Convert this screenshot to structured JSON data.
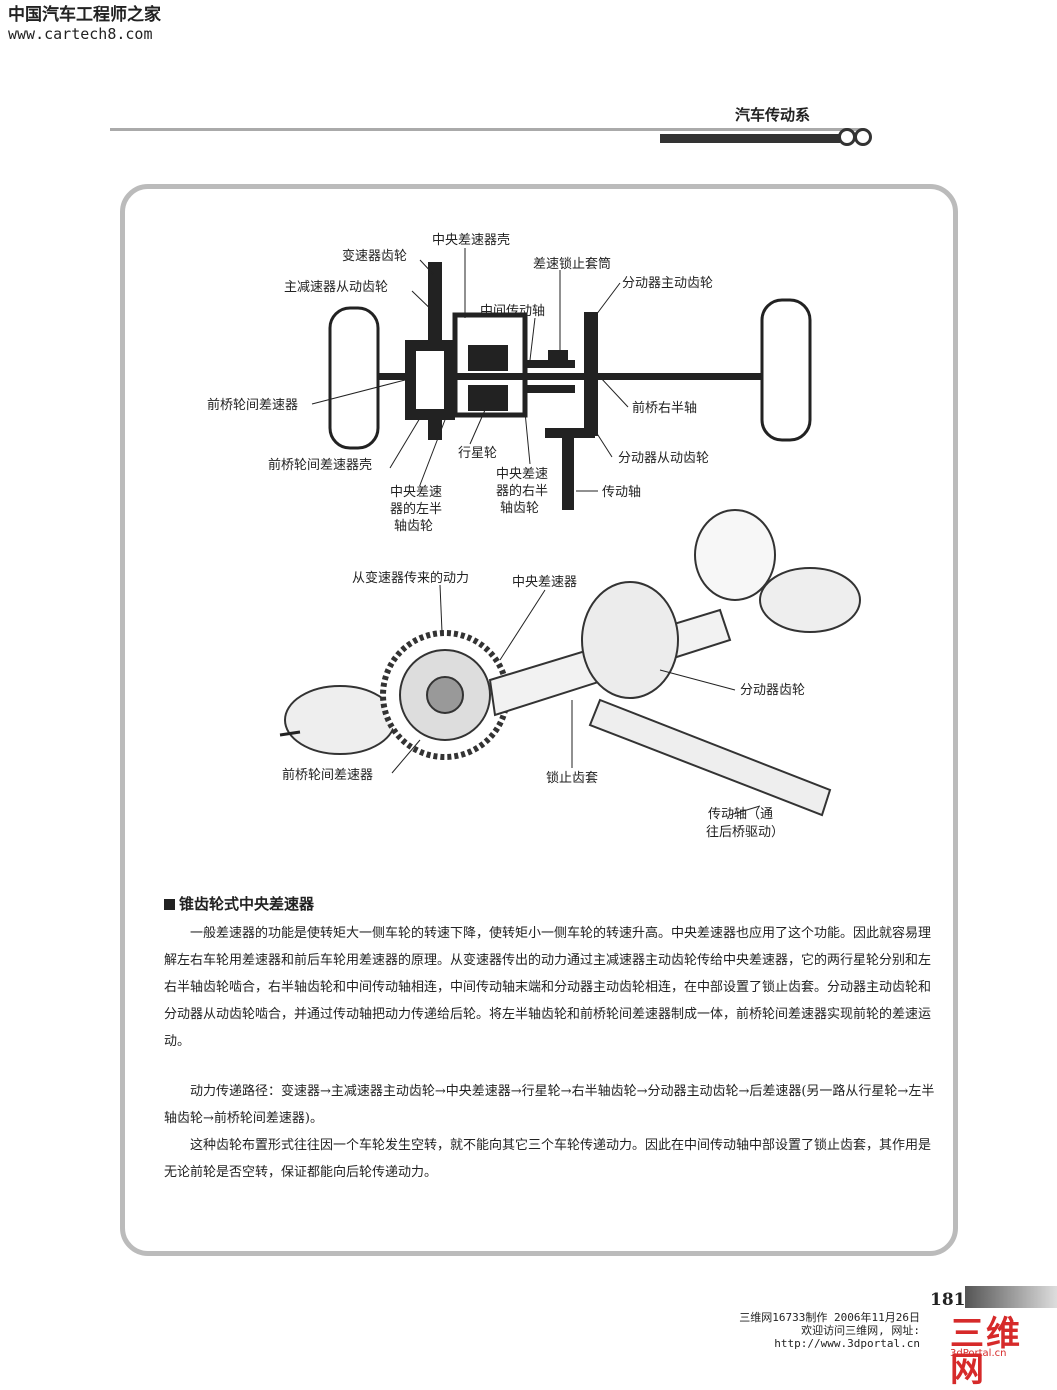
{
  "watermark": {
    "site_name": "中国汽车工程师之家",
    "url": "www.cartech8.com"
  },
  "header": {
    "chapter": "汽车传动系"
  },
  "diagram1": {
    "labels": {
      "trans_gear": "变速器齿轮",
      "center_case": "中央差速器壳",
      "lock_sleeve": "差速锁止套筒",
      "final_driven": "主减速器从动齿轮",
      "mid_shaft": "中间传动轴",
      "transfer_drive": "分动器主动齿轮",
      "front_diff": "前桥轮间差速器",
      "front_right_shaft": "前桥右半轴",
      "planet": "行星轮",
      "transfer_driven": "分动器从动齿轮",
      "front_diff_case": "前桥轮间差速器壳",
      "right_gear_l1": "中央差速",
      "right_gear_l2": "器的右半",
      "right_gear_l3": "轴齿轮",
      "left_gear_l1": "中央差速",
      "left_gear_l2": "器的左半",
      "left_gear_l3": "轴齿轮",
      "prop_shaft": "传动轴"
    }
  },
  "diagram2": {
    "labels": {
      "power_from_trans": "从变速器传来的动力",
      "center_diff": "中央差速器",
      "transfer_gear": "分动器齿轮",
      "front_diff": "前桥轮间差速器",
      "lock_sleeve": "锁止齿套",
      "prop_l1": "传动轴（通",
      "prop_l2": "往后桥驱动）"
    }
  },
  "section": {
    "title": "锥齿轮式中央差速器",
    "p1": "一般差速器的功能是使转矩大一侧车轮的转速下降，使转矩小一侧车轮的转速升高。中央差速器也应用了这个功能。因此就容易理解左右车轮用差速器和前后车轮用差速器的原理。从变速器传出的动力通过主减速器主动齿轮传给中央差速器，它的两行星轮分别和左右半轴齿轮啮合，右半轴齿轮和中间传动轴相连，中间传动轴末端和分动器主动齿轮相连，在中部设置了锁止齿套。分动器主动齿轮和分动器从动齿轮啮合，并通过传动轴把动力传递给后轮。将左半轴齿轮和前桥轮间差速器制成一体，前桥轮间差速器实现前轮的差速运动。",
    "p2": "动力传递路径：变速器→主减速器主动齿轮→中央差速器→行星轮→右半轴齿轮→分动器主动齿轮→后差速器(另一路从行星轮→左半轴齿轮→前桥轮间差速器)。",
    "p3": "这种齿轮布置形式往往因一个车轮发生空转，就不能向其它三个车轮传递动力。因此在中间传动轴中部设置了锁止齿套，其作用是无论前轮是否空转，保证都能向后轮传递动力。"
  },
  "footer": {
    "page_number": "181",
    "credit_l1": "三维网16733制作 2006年11月26日",
    "credit_l2": "欢迎访问三维网, 网址:",
    "credit_l3": "http://www.3dportal.cn",
    "logo_text": "三维网",
    "logo_sub": "3dPortal.cn"
  }
}
